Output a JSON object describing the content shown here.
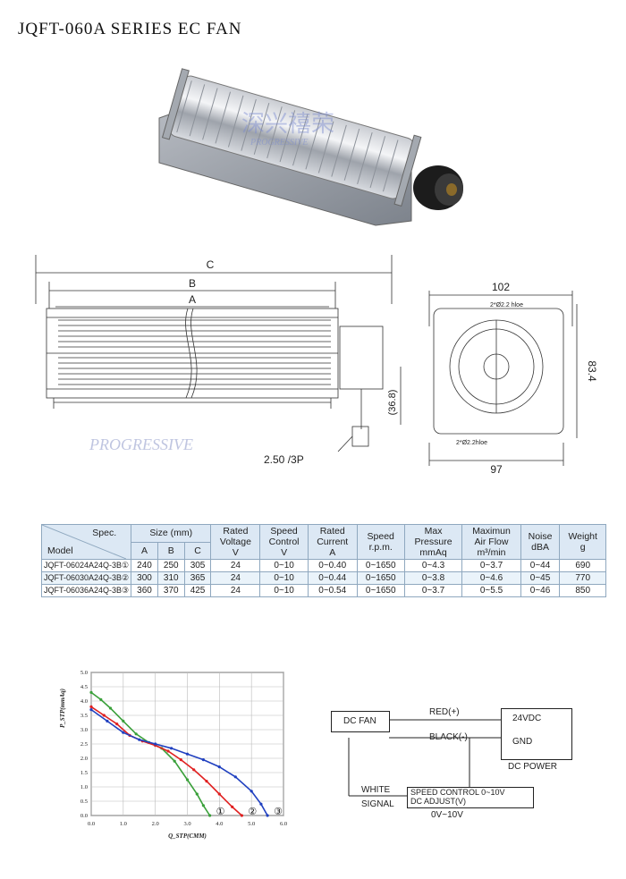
{
  "title": "JQFT-060A SERIES EC FAN",
  "photo": {
    "watermark": "深兴禧荣",
    "watermark_sub": "PROGRESSIVE"
  },
  "drawing": {
    "front": {
      "label_c": "C",
      "label_b": "B",
      "label_a": "A",
      "height_dim": "(36.8)",
      "connector": "2.50 /3P",
      "watermark": "PROGRESSIVE"
    },
    "side": {
      "width_top": "102",
      "height_right": "83.4",
      "width_bottom": "97",
      "hole_top": "2*Ø2.2 hloe",
      "hole_bottom": "2*Ø2.2hloe"
    }
  },
  "spec_table": {
    "corner_spec": "Spec.",
    "corner_model": "Model",
    "size_header": "Size (mm)",
    "size_sub": [
      "A",
      "B",
      "C"
    ],
    "headers": [
      [
        "Rated",
        "Voltage",
        "V"
      ],
      [
        "Speed",
        "Control",
        "V"
      ],
      [
        "Rated",
        "Current",
        "A"
      ],
      [
        "Speed",
        "r.p.m."
      ],
      [
        "Max",
        "Pressure",
        "mmAq"
      ],
      [
        "Maximun",
        "Air Flow",
        "m³/min"
      ],
      [
        "Noise",
        "dBA"
      ],
      [
        "Weight",
        "g"
      ]
    ],
    "rows": [
      {
        "model": "JQFT-06024A24Q-3B①",
        "a": "240",
        "b": "250",
        "c": "305",
        "voltage": "24",
        "speed_control": "0~10",
        "current": "0~0.40",
        "speed": "0~1650",
        "pressure": "0~4.3",
        "airflow": "0~3.7",
        "noise": "0~44",
        "weight": "690"
      },
      {
        "model": "JQFT-06030A24Q-3B②",
        "a": "300",
        "b": "310",
        "c": "365",
        "voltage": "24",
        "speed_control": "0~10",
        "current": "0~0.44",
        "speed": "0~1650",
        "pressure": "0~3.8",
        "airflow": "0~4.6",
        "noise": "0~45",
        "weight": "770"
      },
      {
        "model": "JQFT-06036A24Q-3B③",
        "a": "360",
        "b": "370",
        "c": "425",
        "voltage": "24",
        "speed_control": "0~10",
        "current": "0~0.54",
        "speed": "0~1650",
        "pressure": "0~3.7",
        "airflow": "0~5.5",
        "noise": "0~46",
        "weight": "850"
      }
    ]
  },
  "chart_data": {
    "type": "line",
    "xlabel": "Q_STP(CMM)",
    "ylabel": "P_STP(mmAq)",
    "xlim": [
      0,
      6
    ],
    "ylim": [
      0,
      5
    ],
    "xticks": [
      "0.0",
      "1.0",
      "2.0",
      "3.0",
      "4.0",
      "5.0",
      "6.0"
    ],
    "yticks": [
      "0.0",
      "0.5",
      "1.0",
      "1.5",
      "2.0",
      "2.5",
      "3.0",
      "3.5",
      "4.0",
      "4.5",
      "5.0"
    ],
    "grid": true,
    "series": [
      {
        "name": "1",
        "color": "#3aa03a",
        "x": [
          0.0,
          0.3,
          0.6,
          1.0,
          1.4,
          1.8,
          2.2,
          2.6,
          3.0,
          3.3,
          3.5,
          3.7
        ],
        "y": [
          4.3,
          4.05,
          3.75,
          3.3,
          2.85,
          2.55,
          2.35,
          1.9,
          1.25,
          0.75,
          0.35,
          0.0
        ]
      },
      {
        "name": "2",
        "color": "#e02020",
        "x": [
          0.0,
          0.4,
          0.8,
          1.2,
          1.6,
          2.0,
          2.4,
          2.8,
          3.2,
          3.6,
          4.0,
          4.4,
          4.7
        ],
        "y": [
          3.8,
          3.5,
          3.2,
          2.8,
          2.6,
          2.45,
          2.25,
          1.95,
          1.6,
          1.2,
          0.75,
          0.3,
          0.0
        ]
      },
      {
        "name": "3",
        "color": "#2040c0",
        "x": [
          0.0,
          0.5,
          1.0,
          1.5,
          2.0,
          2.5,
          3.0,
          3.5,
          4.0,
          4.5,
          5.0,
          5.3,
          5.5
        ],
        "y": [
          3.7,
          3.3,
          2.9,
          2.65,
          2.5,
          2.35,
          2.15,
          1.95,
          1.7,
          1.35,
          0.85,
          0.4,
          0.0
        ]
      }
    ],
    "curve_labels": [
      "①",
      "②",
      "③"
    ]
  },
  "wiring": {
    "dc_fan": "DC  FAN",
    "red": "RED(+)",
    "black": "BLACK(-)",
    "v24": "24VDC",
    "gnd": "GND",
    "dc_power": "DC  POWER",
    "white": "WHITE",
    "signal": "SIGNAL",
    "speed_control": "SPEED CONTROL 0~10V",
    "dc_adjust": "DC ADJUST(V)",
    "range": "0V~10V"
  }
}
